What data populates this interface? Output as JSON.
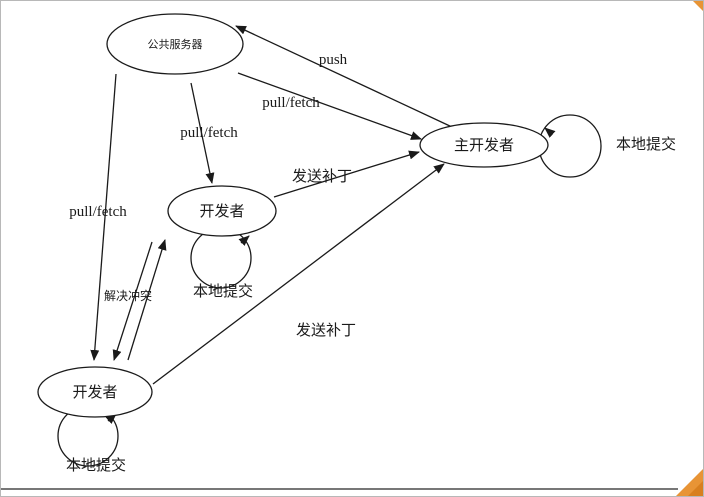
{
  "diagram": {
    "nodes": {
      "public_server": {
        "label": "公共服务器"
      },
      "main_developer": {
        "label": "主开发者"
      },
      "developer_mid": {
        "label": "开发者"
      },
      "developer_bottom": {
        "label": "开发者"
      }
    },
    "edges": {
      "push": {
        "label": "push"
      },
      "pull_fetch_main": {
        "label": "pull/fetch"
      },
      "pull_fetch_mid": {
        "label": "pull/fetch"
      },
      "pull_fetch_bottom": {
        "label": "pull/fetch"
      },
      "send_patch_mid": {
        "label": "发送补丁"
      },
      "send_patch_bottom": {
        "label": "发送补丁"
      },
      "resolve_conflict": {
        "label": "解决冲突"
      },
      "local_commit_main": {
        "label": "本地提交"
      },
      "local_commit_mid": {
        "label": "本地提交"
      },
      "local_commit_bottom": {
        "label": "本地提交"
      }
    },
    "colors": {
      "stroke": "#1a1a1a",
      "accent_corner": "#e89435",
      "frame": "#b8b8b8"
    }
  }
}
